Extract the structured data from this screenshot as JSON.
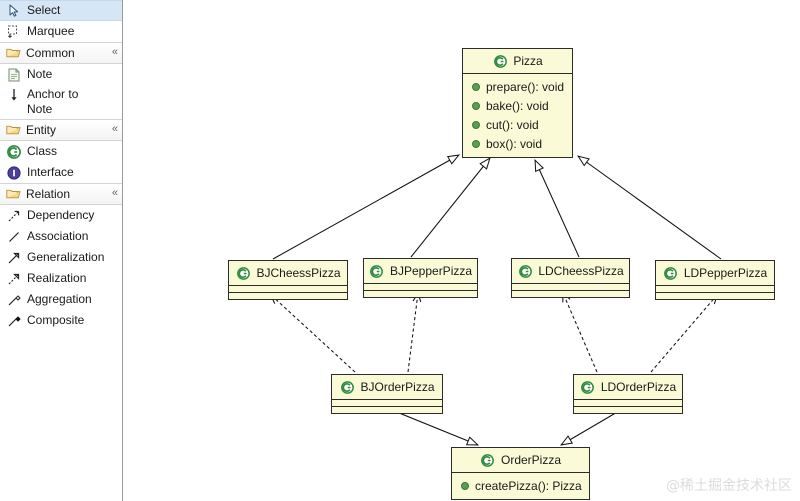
{
  "palette": {
    "tools": [
      {
        "id": "select",
        "label": "Select",
        "icon": "cursor-arrow-icon",
        "selected": true
      },
      {
        "id": "marquee",
        "label": "Marquee",
        "icon": "marquee-select-icon",
        "selected": false
      }
    ],
    "groups": [
      {
        "id": "common",
        "label": "Common",
        "icon": "folder-icon",
        "collapse_icon": "double-chevron-icon",
        "items": [
          {
            "id": "note",
            "label": "Note",
            "icon": "note-document-icon",
            "twoline": false
          },
          {
            "id": "anchor",
            "label": "Anchor to Note",
            "icon": "down-arrow-icon",
            "twoline": true
          }
        ]
      },
      {
        "id": "entity",
        "label": "Entity",
        "icon": "folder-icon",
        "collapse_icon": "double-chevron-icon",
        "items": [
          {
            "id": "class",
            "label": "Class",
            "icon": "class-circle-icon",
            "twoline": false
          },
          {
            "id": "interface",
            "label": "Interface",
            "icon": "interface-circle-icon",
            "twoline": false
          }
        ]
      },
      {
        "id": "relation",
        "label": "Relation",
        "icon": "folder-icon",
        "collapse_icon": "double-chevron-icon",
        "items": [
          {
            "id": "dependency",
            "label": "Dependency",
            "icon": "dependency-arrow-icon",
            "twoline": false
          },
          {
            "id": "association",
            "label": "Association",
            "icon": "association-line-icon",
            "twoline": false
          },
          {
            "id": "generalization",
            "label": "Generalization",
            "icon": "generalization-arrow-icon",
            "twoline": false
          },
          {
            "id": "realization",
            "label": "Realization",
            "icon": "realization-arrow-icon",
            "twoline": false
          },
          {
            "id": "aggregation",
            "label": "Aggregation",
            "icon": "aggregation-diamond-icon",
            "twoline": false
          },
          {
            "id": "composite",
            "label": "Composite",
            "icon": "composite-diamond-icon",
            "twoline": false
          }
        ]
      }
    ]
  },
  "diagram": {
    "watermark": "@稀土掘金技术社区",
    "node_fill": "#fafad7",
    "node_stroke": "#2b2b2b",
    "member_dot_color": "#5a9e52",
    "class_icon_color": "#2e8b3d",
    "nodes": {
      "pizza": {
        "name": "Pizza",
        "icon": "class-circle-icon",
        "members": [
          "prepare(): void",
          "bake(): void",
          "cut(): void",
          "box(): void"
        ]
      },
      "bjcheess": {
        "name": "BJCheessPizza",
        "icon": "class-circle-icon",
        "members": []
      },
      "bjpepper": {
        "name": "BJPepperPizza",
        "icon": "class-circle-icon",
        "members": []
      },
      "ldcheess": {
        "name": "LDCheessPizza",
        "icon": "class-circle-icon",
        "members": []
      },
      "ldpepper": {
        "name": "LDPepperPizza",
        "icon": "class-circle-icon",
        "members": []
      },
      "bjorder": {
        "name": "BJOrderPizza",
        "icon": "class-circle-icon",
        "members": []
      },
      "ldorder": {
        "name": "LDOrderPizza",
        "icon": "class-circle-icon",
        "members": []
      },
      "orderpizza": {
        "name": "OrderPizza",
        "icon": "class-circle-icon",
        "members": [
          "createPizza(): Pizza"
        ]
      }
    },
    "edges": [
      {
        "from": "bjcheess",
        "to": "pizza",
        "type": "generalization"
      },
      {
        "from": "bjpepper",
        "to": "pizza",
        "type": "generalization"
      },
      {
        "from": "ldcheess",
        "to": "pizza",
        "type": "generalization"
      },
      {
        "from": "ldpepper",
        "to": "pizza",
        "type": "generalization"
      },
      {
        "from": "bjorder",
        "to": "bjcheess",
        "type": "dependency"
      },
      {
        "from": "bjorder",
        "to": "bjpepper",
        "type": "dependency"
      },
      {
        "from": "ldorder",
        "to": "ldcheess",
        "type": "dependency"
      },
      {
        "from": "ldorder",
        "to": "ldpepper",
        "type": "dependency"
      },
      {
        "from": "bjorder",
        "to": "orderpizza",
        "type": "generalization"
      },
      {
        "from": "ldorder",
        "to": "orderpizza",
        "type": "generalization"
      }
    ]
  }
}
